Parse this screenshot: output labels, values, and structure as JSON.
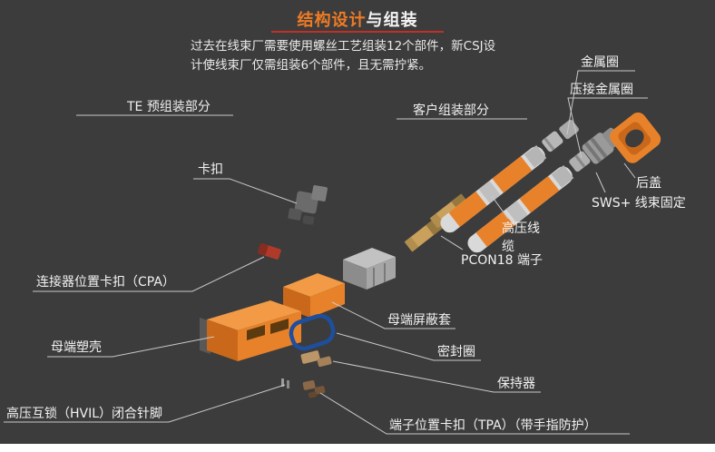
{
  "slide": {
    "title": {
      "highlight": "结构设计",
      "rest": "与组装"
    },
    "description": {
      "line1": "过去在线束厂需要使用螺丝工艺组装12个部件，新CSJ设",
      "line2": "计使线束厂仅需组装6个部件，且无需拧紧。"
    },
    "sections": {
      "te_preassembly": "TE 预组装部分",
      "customer_assembly": "客户组装部分"
    },
    "part_labels": {
      "metal_ring": "金属圈",
      "crimp_metal_ring": "压接金属圈",
      "rear_cover": "后盖",
      "sws_harness_fix": "SWS+ 线束固定",
      "hv_cable": "高压线缆",
      "pcon18_terminal": "PCON18 端子",
      "clip": "卡扣",
      "cpa": "连接器位置卡扣（CPA）",
      "female_housing": "母端塑壳",
      "shield_sleeve": "母端屏蔽套",
      "seal_ring": "密封圈",
      "retainer": "保持器",
      "hvil_pins": "高压互锁（HVIL）闭合针脚",
      "tpa": "端子位置卡扣（TPA）（带手指防护）"
    },
    "colors": {
      "background": "#3c3c3c",
      "accent_orange": "#ef7b24",
      "title_underline_red": "#bf3126",
      "body_text": "#e9e9e9",
      "leader_line": "#c9c9c9",
      "part_orange": "#e8822a",
      "seal_blue": "#1d4f9e"
    }
  }
}
